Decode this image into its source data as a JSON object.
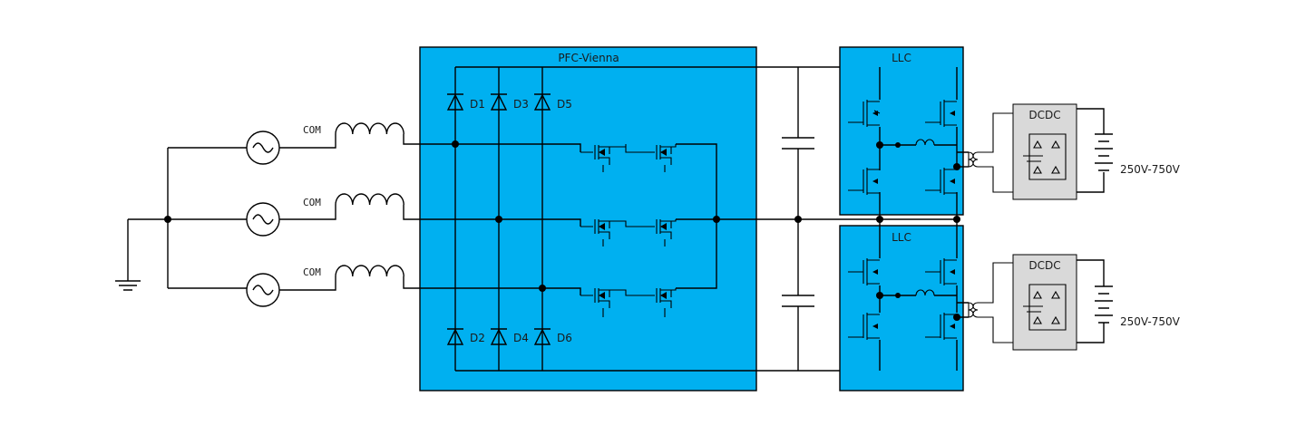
{
  "colors": {
    "block": "#00b0f0",
    "dcdc_block": "#d9d9d9",
    "wire": "#000000"
  },
  "blocks": {
    "pfc": {
      "label": "PFC-Vienna"
    },
    "llc_top": {
      "label": "LLC"
    },
    "llc_bottom": {
      "label": "LLC"
    },
    "dcdc_top": {
      "label": "DCDC"
    },
    "dcdc_bottom": {
      "label": "DCDC"
    }
  },
  "diodes": [
    "D1",
    "D3",
    "D5",
    "D2",
    "D4",
    "D6"
  ],
  "inductor_labels": [
    "COM",
    "COM",
    "COM"
  ],
  "outputs": [
    "250V-750V",
    "250V-750V"
  ],
  "icons": [
    "ground-icon",
    "ac-source-icon",
    "inductor-icon",
    "diode-icon",
    "mosfet-icon",
    "capacitor-icon",
    "transformer-icon",
    "battery-icon"
  ]
}
